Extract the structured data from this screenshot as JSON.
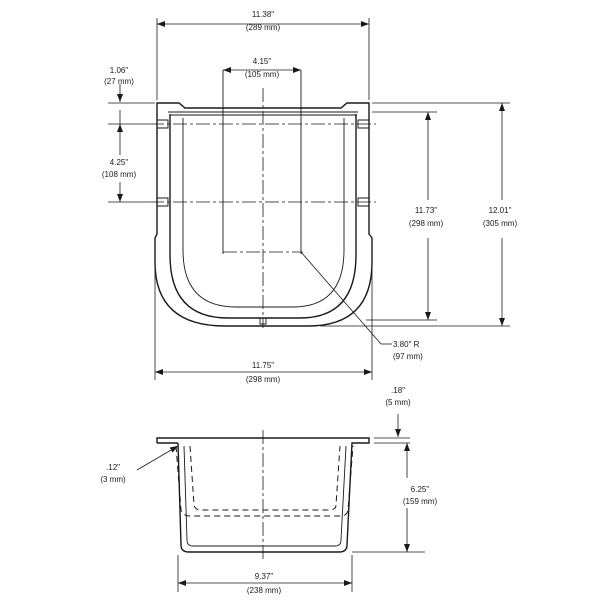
{
  "top_view": {
    "overall_width": {
      "inches": "11.38\"",
      "mm": "(289 mm)"
    },
    "inner_span": {
      "inches": "4.15\"",
      "mm": "(105 mm)"
    },
    "flange_offset": {
      "inches": "1.06\"",
      "mm": "(27 mm)"
    },
    "slot_spacing": {
      "inches": "4.25\"",
      "mm": "(108 mm)"
    },
    "inner_length": {
      "inches": "11.73\"",
      "mm": "(298 mm)"
    },
    "overall_length": {
      "inches": "12.01\"",
      "mm": "(305 mm)"
    },
    "corner_radius": {
      "inches": "3.80\" R",
      "mm": "(97 mm)"
    },
    "bottom_width": {
      "inches": "11.75\"",
      "mm": "(298 mm)"
    }
  },
  "section_view": {
    "flange_thickness": {
      "inches": ".18\"",
      "mm": "(5 mm)"
    },
    "wall_thickness": {
      "inches": ".12\"",
      "mm": "(3 mm)"
    },
    "depth": {
      "inches": "6.25\"",
      "mm": "(159 mm)"
    },
    "bottom_width": {
      "inches": "9.37\"",
      "mm": "(238 mm)"
    }
  }
}
